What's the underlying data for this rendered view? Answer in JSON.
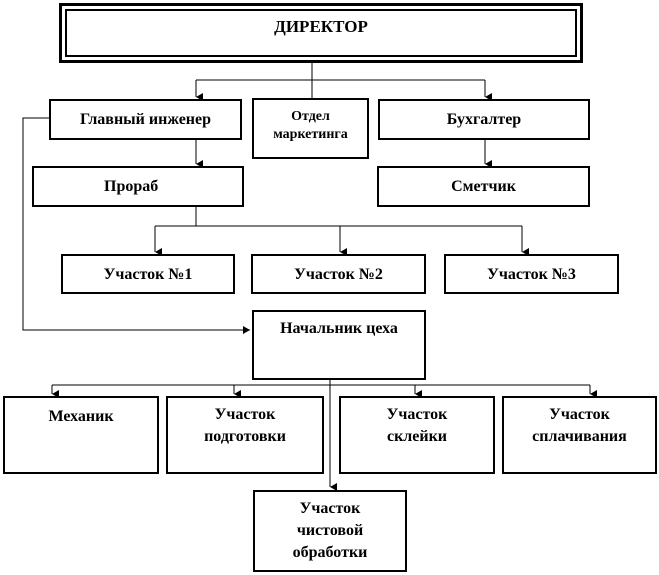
{
  "director": "ДИРЕКТОР",
  "chief_engineer": "Главный инженер",
  "marketing": [
    "Отдел",
    "маркетинга"
  ],
  "accountant": "Бухгалтер",
  "foreman": "Прораб",
  "estimator": "Сметчик",
  "sites": [
    "Участок №1",
    "Участок №2",
    "Участок №3"
  ],
  "shop_head": "Начальник цеха",
  "mechanic": "Механик",
  "prep_site": [
    "Участок",
    "подготовки"
  ],
  "glue_site": [
    "Участок",
    "склейки"
  ],
  "splice_site": [
    "Участок",
    "сплачивания"
  ],
  "finish_site": [
    "Участок",
    "чистовой",
    "обработки"
  ]
}
